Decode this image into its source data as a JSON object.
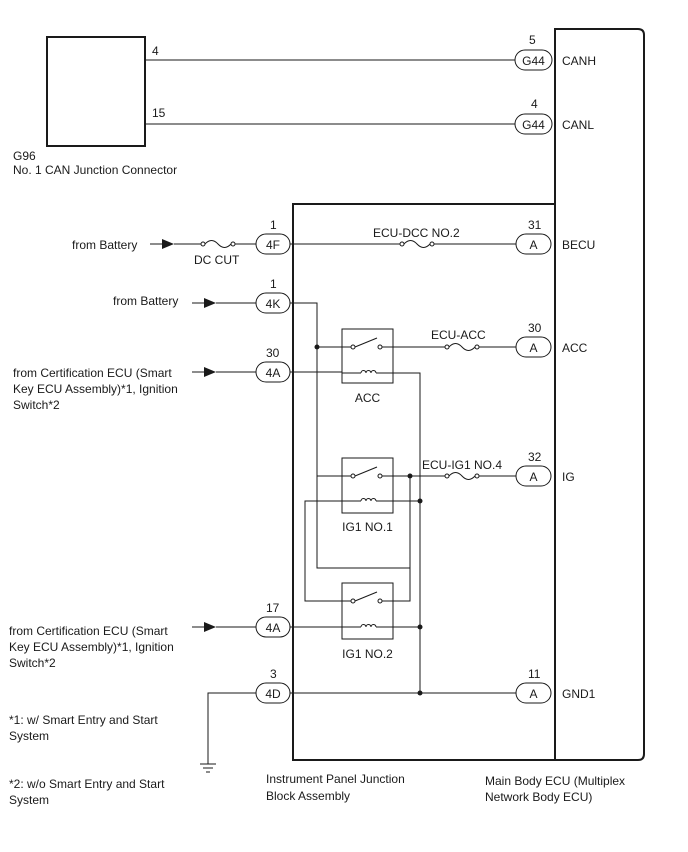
{
  "g96": {
    "code": "G96",
    "name": "No. 1 CAN Junction Connector",
    "pin_canh": "4",
    "pin_canl": "15"
  },
  "main_ecu": {
    "name_line1": "Main Body ECU (Multiplex",
    "name_line2": "Network Body ECU)",
    "terminals": {
      "canh": {
        "pin": "5",
        "connector": "G44",
        "label": "CANH"
      },
      "canl": {
        "pin": "4",
        "connector": "G44",
        "label": "CANL"
      },
      "becu": {
        "pin": "31",
        "connector": "A",
        "label": "BECU"
      },
      "acc": {
        "pin": "30",
        "connector": "A",
        "label": "ACC"
      },
      "ig": {
        "pin": "32",
        "connector": "A",
        "label": "IG"
      },
      "gnd": {
        "pin": "11",
        "connector": "A",
        "label": "GND1"
      }
    }
  },
  "junction_block": {
    "name_line1": "Instrument Panel Junction",
    "name_line2": "Block Assembly",
    "connectors": {
      "c4f": {
        "pin": "1",
        "code": "4F"
      },
      "c4k": {
        "pin": "1",
        "code": "4K"
      },
      "c4a_30": {
        "pin": "30",
        "code": "4A"
      },
      "c4a_17": {
        "pin": "17",
        "code": "4A"
      },
      "c4d": {
        "pin": "3",
        "code": "4D"
      }
    },
    "fuses": {
      "ecu_dcc": "ECU-DCC NO.2",
      "ecu_acc": "ECU-ACC",
      "ecu_ig1": "ECU-IG1 NO.4"
    },
    "relays": {
      "acc": "ACC",
      "ig1_no1": "IG1 NO.1",
      "ig1_no2": "IG1 NO.2"
    }
  },
  "external": {
    "dc_cut": "DC CUT",
    "from_battery_1": "from Battery",
    "from_battery_2": "from Battery",
    "cert_a_line1": "from Certification ECU (Smart",
    "cert_a_line2": "Key ECU Assembly)*1, Ignition",
    "cert_a_line3": "Switch*2",
    "cert_b_line1": "from Certification ECU (Smart",
    "cert_b_line2": "Key ECU Assembly)*1, Ignition",
    "cert_b_line3": "Switch*2"
  },
  "notes": {
    "n1_line1": "*1: w/ Smart Entry and Start",
    "n1_line2": "System",
    "n2_line1": "*2: w/o Smart Entry and Start",
    "n2_line2": "System"
  }
}
